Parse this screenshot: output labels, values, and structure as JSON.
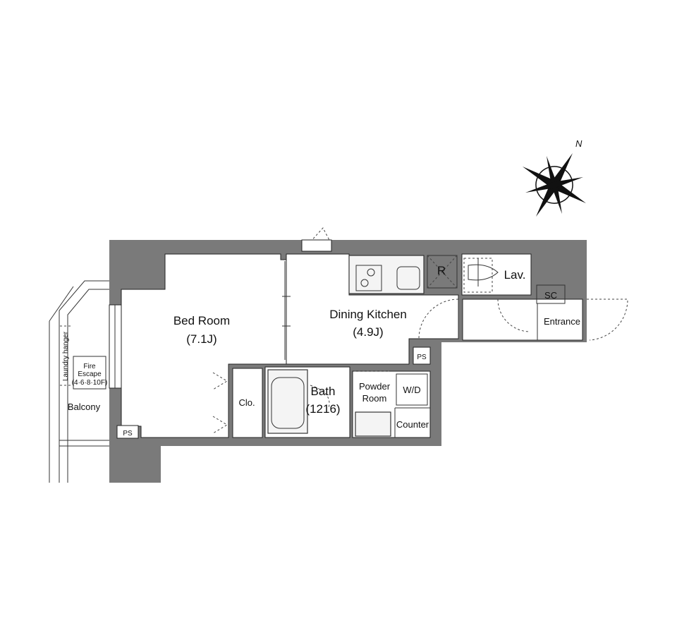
{
  "rooms": {
    "bedroom": {
      "name": "Bed Room",
      "size": "(7.1J)"
    },
    "dining": {
      "name": "Dining Kitchen",
      "size": "(4.9J)"
    },
    "bath": {
      "name": "Bath",
      "size": "(1216)"
    },
    "powder": {
      "line1": "Powder",
      "line2": "Room"
    },
    "washer": "W/D",
    "counter": "Counter",
    "closet": "Clo.",
    "lavatory": "Lav.",
    "refrigerator": "R",
    "shoe_cabinet": "SC",
    "entrance": "Entrance",
    "balcony": "Balcony",
    "ps_bedroom": "PS",
    "ps_kitchen": "PS"
  },
  "balcony": {
    "laundry_hanger": "Laundry hanger",
    "fire_escape_line1": "Fire",
    "fire_escape_line2": "Escape",
    "fire_escape_floors": "(4·6·8·10F)"
  },
  "compass": {
    "north": "N"
  },
  "colors": {
    "wall": "#7a7a7a",
    "line": "#222222",
    "background": "#ffffff"
  }
}
